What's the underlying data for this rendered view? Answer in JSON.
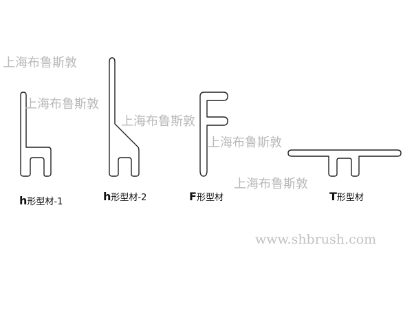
{
  "watermark": "上海布鲁斯敦",
  "website": "www.shbrush.com",
  "profiles": [
    {
      "letter": "h",
      "suffix": "形型材-1"
    },
    {
      "letter": "h",
      "suffix": "形型材-2"
    },
    {
      "letter": "F",
      "suffix": "形型材"
    },
    {
      "letter": "T",
      "suffix": "形型材"
    }
  ],
  "colors": {
    "stroke": "#222222",
    "watermark": "#b9b9b9"
  }
}
